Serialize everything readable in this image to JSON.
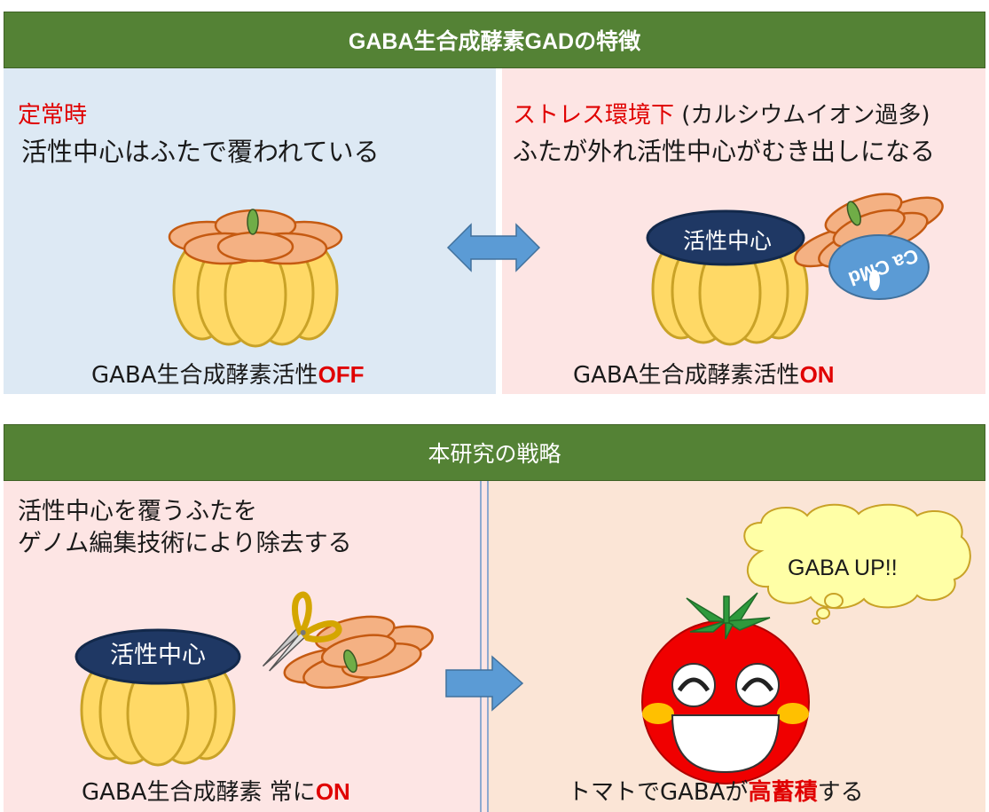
{
  "section1": {
    "title": "GABA生合成酵素GADの特徴",
    "left": {
      "heading": "定常時",
      "description": "活性中心はふたで覆われている",
      "caption_prefix": "GABA生合成酵素活性",
      "caption_highlight": "OFF"
    },
    "right": {
      "heading": "ストレス環境下",
      "heading_note": " (カルシウムイオン過多)",
      "description": "ふたが外れ活性中心がむき出しになる",
      "active_site_label": "活性中心",
      "cam_label": "Ca CMd",
      "caption_prefix": "GABA生合成酵素活性",
      "caption_highlight": "ON"
    }
  },
  "section2": {
    "title": "本研究の戦略",
    "left": {
      "line1": "活性中心を覆うふたを",
      "line2": "ゲノム編集技術により除去する",
      "active_site_label": "活性中心",
      "caption_prefix": "GABA生合成酵素 常に",
      "caption_highlight": "ON"
    },
    "right": {
      "thought": "GABA UP!!",
      "caption_prefix": "トマトでGABAが",
      "caption_highlight": "高蓄積",
      "caption_suffix": "する"
    }
  },
  "colors": {
    "banner_green": "#548235",
    "panel_blue": "#dde9f4",
    "panel_pink": "#fde5e4",
    "panel_peach": "#fbe5d6",
    "accent_red": "#e00000",
    "arrow_blue": "#5b9bd5",
    "pumpkin_yellow": "#ffd966",
    "lid_orange": "#f4b183",
    "active_site_navy": "#1f3864",
    "tomato_red": "#f00000"
  }
}
